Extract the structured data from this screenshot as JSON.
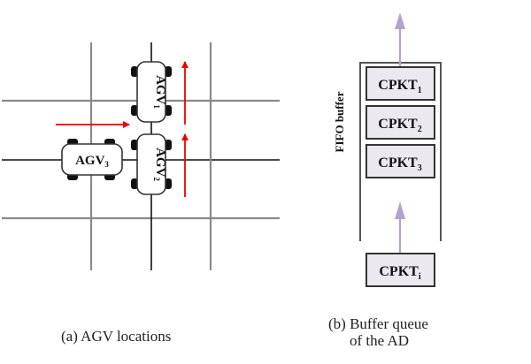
{
  "panel_a": {
    "agvs": [
      {
        "id": "agv1",
        "name": "AGV",
        "sub": "1",
        "orientation": "vertical"
      },
      {
        "id": "agv2",
        "name": "AGV",
        "sub": "2",
        "orientation": "vertical"
      },
      {
        "id": "agv3",
        "name": "AGV",
        "sub": "3",
        "orientation": "horizontal"
      }
    ],
    "caption": "(a)  AGV locations"
  },
  "panel_b": {
    "buffer_label": "FIFO buffer",
    "queue": [
      {
        "name": "CPKT",
        "sub": "1"
      },
      {
        "name": "CPKT",
        "sub": "2"
      },
      {
        "name": "CPKT",
        "sub": "3"
      }
    ],
    "incoming": {
      "name": "CPKT",
      "sub": "i"
    },
    "caption_line1": "(b)  Buffer queue",
    "caption_line2": "of the AD"
  },
  "colors": {
    "grid_gray": "#8a8a8a",
    "grid_black": "#111111",
    "motion_arrow": "#ee0000",
    "flow_arrow": "#b3a3cc",
    "packet_fill": "#ece8f0"
  }
}
